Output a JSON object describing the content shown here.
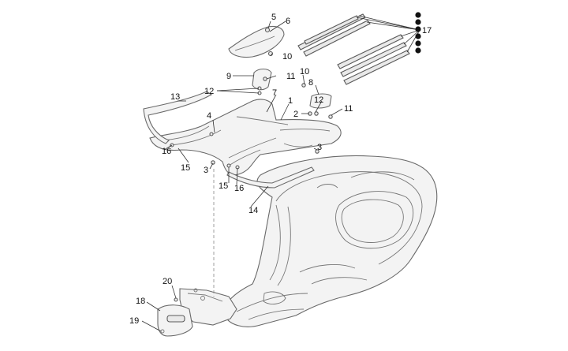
{
  "diagram": {
    "callouts": [
      {
        "id": "c5",
        "text": "5"
      },
      {
        "id": "c6",
        "text": "6"
      },
      {
        "id": "c17",
        "text": "17"
      },
      {
        "id": "c10a",
        "text": "10"
      },
      {
        "id": "c9",
        "text": "9"
      },
      {
        "id": "c11a",
        "text": "11"
      },
      {
        "id": "c10b",
        "text": "10"
      },
      {
        "id": "c8",
        "text": "8"
      },
      {
        "id": "c12a",
        "text": "12"
      },
      {
        "id": "c13",
        "text": "13"
      },
      {
        "id": "c7",
        "text": "7"
      },
      {
        "id": "c1",
        "text": "1"
      },
      {
        "id": "c12b",
        "text": "12"
      },
      {
        "id": "c4",
        "text": "4"
      },
      {
        "id": "c2",
        "text": "2"
      },
      {
        "id": "c11b",
        "text": "11"
      },
      {
        "id": "c3a",
        "text": "3"
      },
      {
        "id": "c16a",
        "text": "16"
      },
      {
        "id": "c15a",
        "text": "15"
      },
      {
        "id": "c3b",
        "text": "3"
      },
      {
        "id": "c15b",
        "text": "15"
      },
      {
        "id": "c16b",
        "text": "16"
      },
      {
        "id": "c14",
        "text": "14"
      },
      {
        "id": "c20",
        "text": "20"
      },
      {
        "id": "c18",
        "text": "18"
      },
      {
        "id": "c19",
        "text": "19"
      }
    ]
  }
}
